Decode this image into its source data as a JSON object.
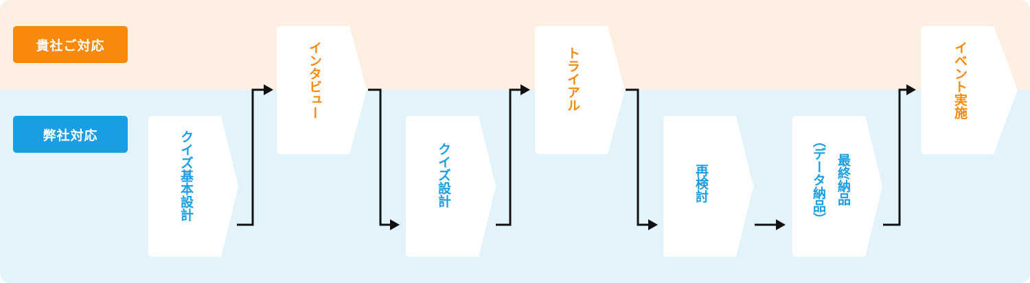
{
  "lanes": {
    "client": "貴社ご対応",
    "ours": "弊社対応"
  },
  "steps": [
    {
      "id": "kihon",
      "lines": [
        "クイズ基本設計"
      ],
      "lane": "ours"
    },
    {
      "id": "interview",
      "lines": [
        "インタビュー"
      ],
      "lane": "client"
    },
    {
      "id": "sekkei",
      "lines": [
        "クイズ設計"
      ],
      "lane": "ours"
    },
    {
      "id": "trial",
      "lines": [
        "トライアル"
      ],
      "lane": "client"
    },
    {
      "id": "saikento",
      "lines": [
        "再検討"
      ],
      "lane": "ours"
    },
    {
      "id": "nouhin",
      "lines": [
        "最終納品",
        "（データ納品）"
      ],
      "lane": "ours"
    },
    {
      "id": "event",
      "lines": [
        "イベント実施"
      ],
      "lane": "client"
    }
  ],
  "colors": {
    "client": "#f7890d",
    "ours": "#1a9ee3",
    "arrow": "#111111",
    "box": "#ffffff"
  }
}
